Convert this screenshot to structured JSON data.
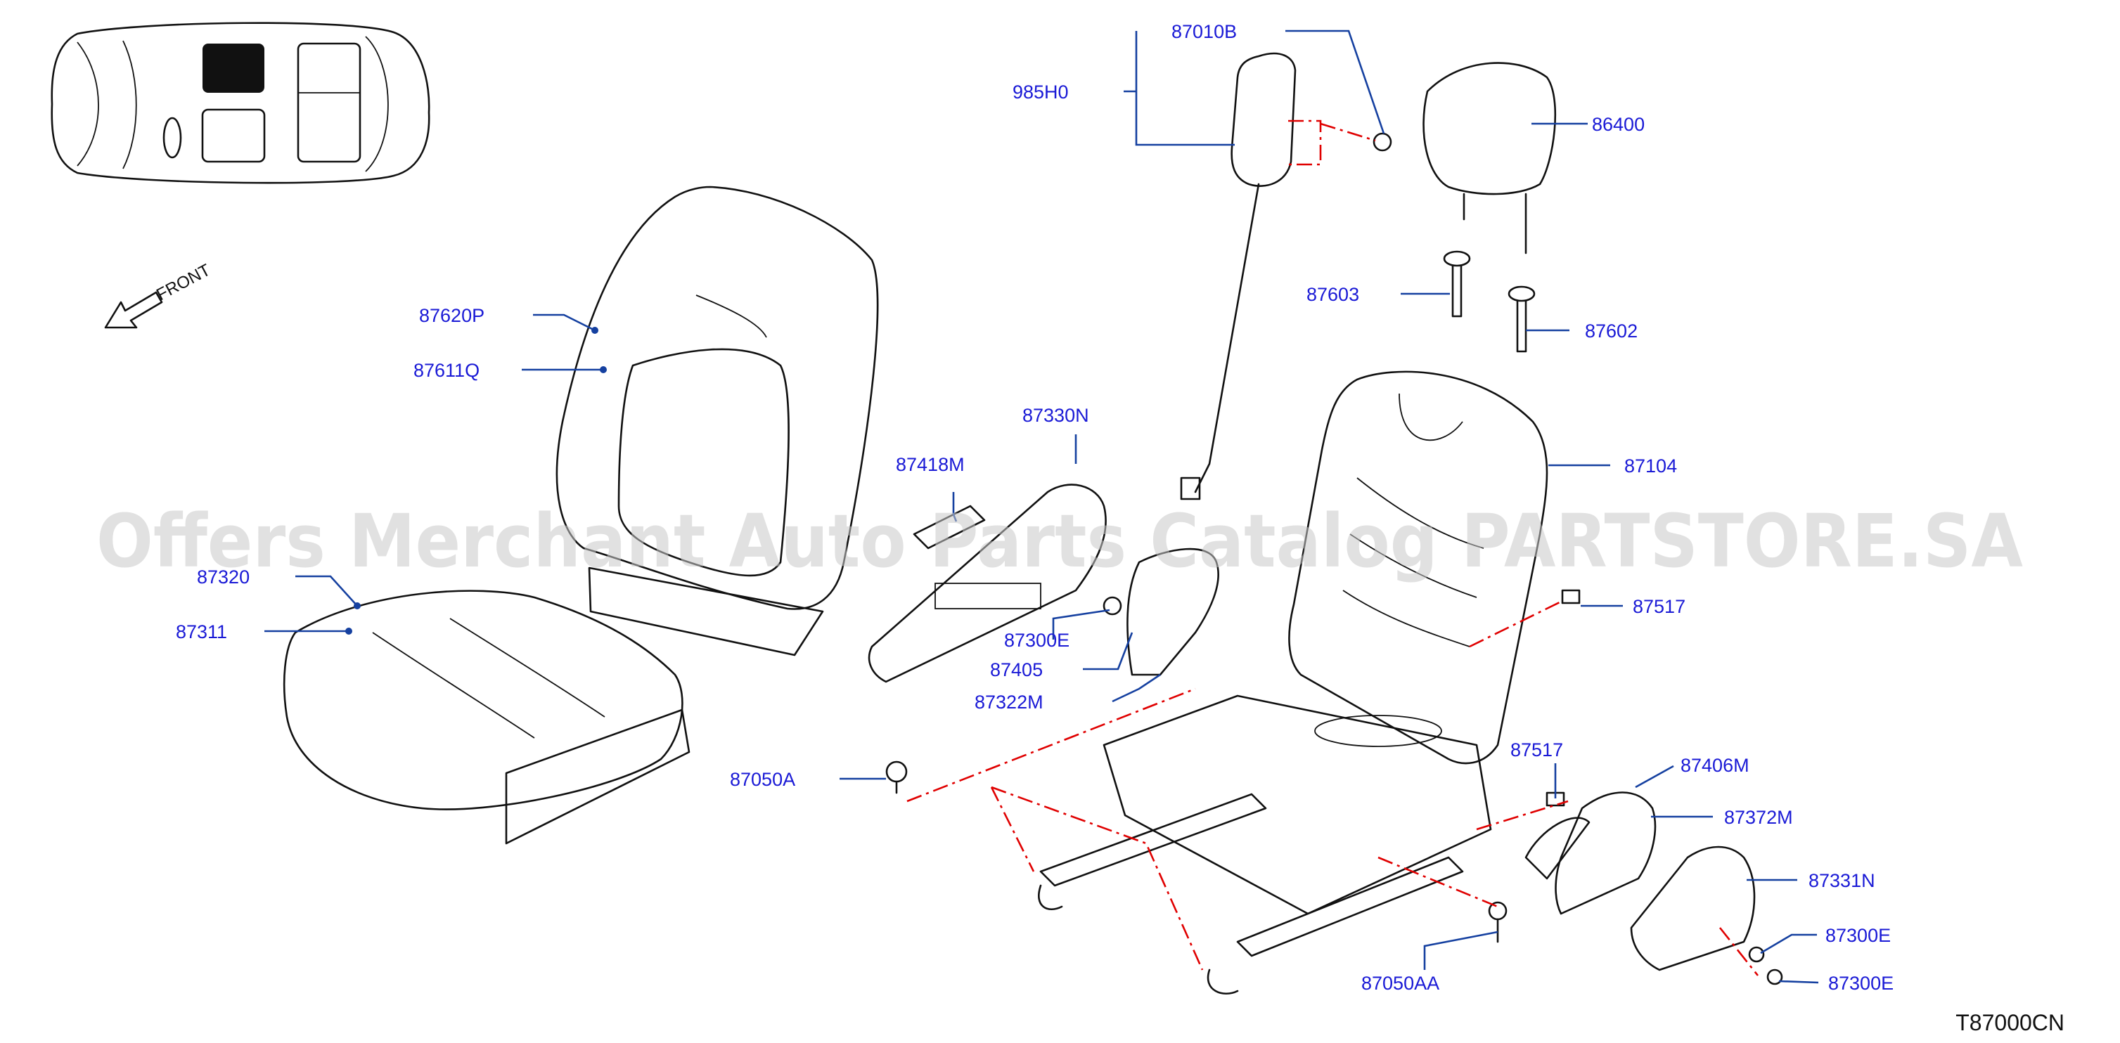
{
  "diagram_id": "T87000CN",
  "watermark": "Offers Merchant Auto Parts Catalog PARTSTORE.SA",
  "front_label": "FRONT",
  "parts": [
    {
      "id": "p87010B",
      "label": "87010B"
    },
    {
      "id": "p985H0",
      "label": "985H0"
    },
    {
      "id": "p86400",
      "label": "86400"
    },
    {
      "id": "p87603",
      "label": "87603"
    },
    {
      "id": "p87602",
      "label": "87602"
    },
    {
      "id": "p87620P",
      "label": "87620P"
    },
    {
      "id": "p87611Q",
      "label": "87611Q"
    },
    {
      "id": "p87330N",
      "label": "87330N"
    },
    {
      "id": "p87418M",
      "label": "87418M"
    },
    {
      "id": "p87104",
      "label": "87104"
    },
    {
      "id": "p87517a",
      "label": "87517"
    },
    {
      "id": "p87320",
      "label": "87320"
    },
    {
      "id": "p87311",
      "label": "87311"
    },
    {
      "id": "p87300Ea",
      "label": "87300E"
    },
    {
      "id": "p87405",
      "label": "87405"
    },
    {
      "id": "p87322M",
      "label": "87322M"
    },
    {
      "id": "p87050A",
      "label": "87050A"
    },
    {
      "id": "p87517b",
      "label": "87517"
    },
    {
      "id": "p87406M",
      "label": "87406M"
    },
    {
      "id": "p87372M",
      "label": "87372M"
    },
    {
      "id": "p87331N",
      "label": "87331N"
    },
    {
      "id": "p87300Eb",
      "label": "87300E"
    },
    {
      "id": "p87050AA",
      "label": "87050AA"
    },
    {
      "id": "p87300Ec",
      "label": "87300E"
    }
  ]
}
